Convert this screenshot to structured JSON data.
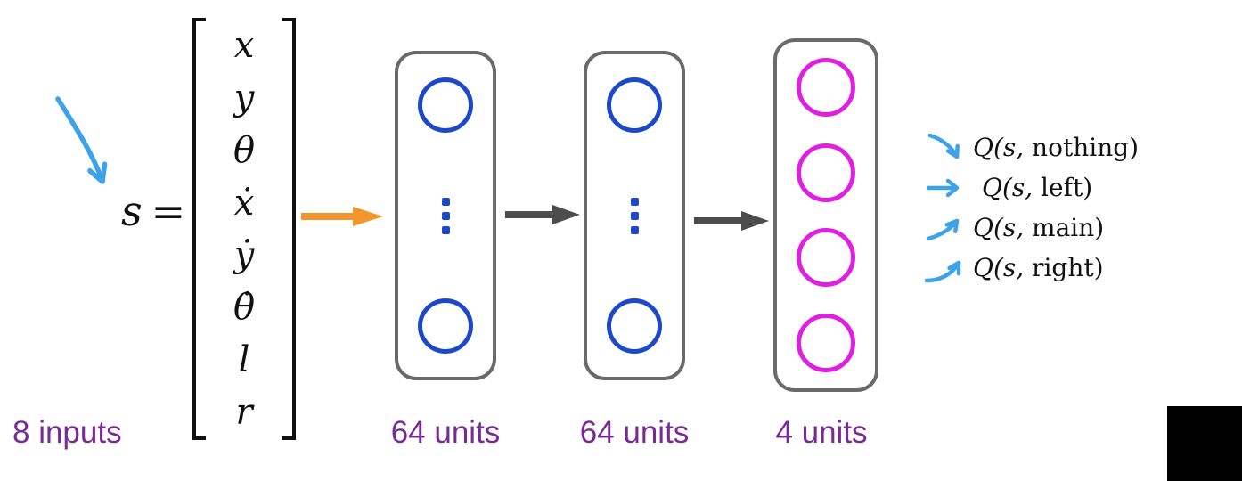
{
  "diagram": {
    "state": {
      "symbol": "s",
      "equals": "=",
      "vector": [
        "x",
        "y",
        "θ",
        "ẋ",
        "ẏ",
        "θ̇",
        "l",
        "r"
      ],
      "inputs_label": "8 inputs"
    },
    "layers": [
      {
        "units_label": "64 units"
      },
      {
        "units_label": "64 units"
      },
      {
        "units_label": "4 units"
      }
    ],
    "outputs": [
      {
        "prefix": "Q(s,",
        "rest": " nothing)"
      },
      {
        "prefix": "Q(s,",
        "rest": " left)"
      },
      {
        "prefix": "Q(s,",
        "rest": " main)"
      },
      {
        "prefix": "Q(s,",
        "rest": " right)"
      }
    ]
  },
  "colors": {
    "hidden-unit": "#1d49c9",
    "output-unit": "#e020e0",
    "label-purple": "#7a2b93",
    "arrow-orange": "#f0962a",
    "arrow-gray": "#4d4d4d",
    "sketch-blue": "#3da2e8",
    "box-border": "#6a6a6a",
    "ink": "#111111"
  }
}
